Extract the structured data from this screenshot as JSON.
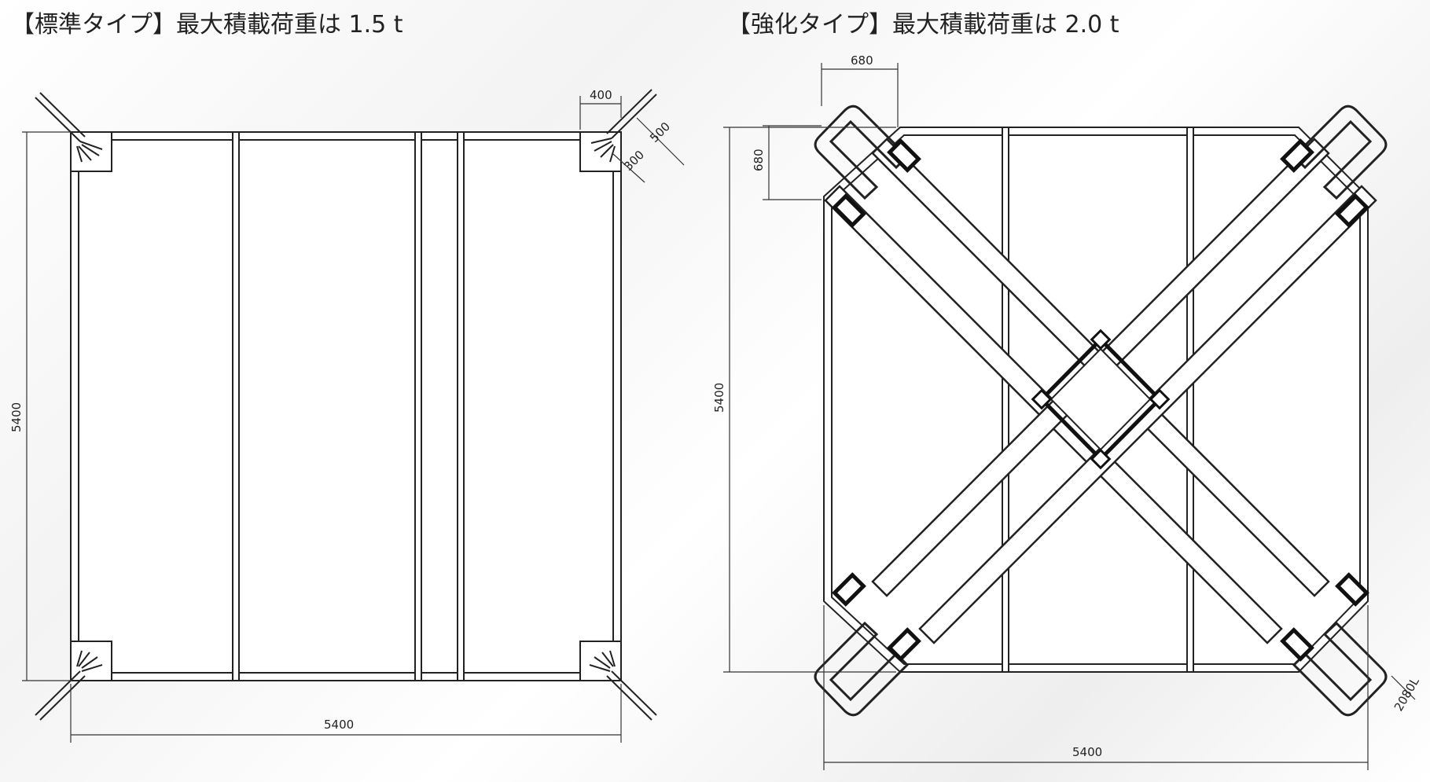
{
  "titles": {
    "standard": "【標準タイプ】最大積載荷重は 1.5 t",
    "reinforced": "【強化タイプ】最大積載荷重は 2.0 t"
  },
  "standard_dims": {
    "width": "5400",
    "height": "5400",
    "corner_400": "400",
    "corner_500": "500",
    "corner_300": "300"
  },
  "reinforced_dims": {
    "width": "5400",
    "height": "5400",
    "handle_w": "680",
    "handle_h": "680",
    "belt_len": "2080L"
  }
}
